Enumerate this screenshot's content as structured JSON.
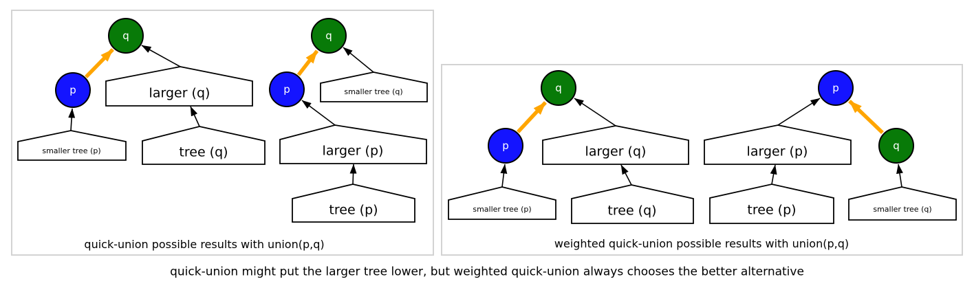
{
  "colors": {
    "node_p_fill": "#1414ff",
    "node_q_fill": "#087a08",
    "node_label_color": "#ffffff",
    "union_arrow": "#ffa500",
    "edge_color": "#000000",
    "panel_border": "#d3d3d3"
  },
  "left_panel": {
    "caption": "quick-union possible results with union(p,q)",
    "result1": {
      "root_node": "q",
      "child_node": "p",
      "root_subtree": "larger (q)",
      "root_subtree_child": "tree (q)",
      "child_subtree": "smaller tree (p)"
    },
    "result2": {
      "root_node": "q",
      "child_node": "p",
      "root_subtree": "smaller tree (q)",
      "child_subtree": "larger (p)",
      "child_subtree_child": "tree (p)"
    }
  },
  "right_panel": {
    "caption": "weighted quick-union possible results with union(p,q)",
    "result1": {
      "root_node": "q",
      "child_node": "p",
      "root_subtree": "larger (q)",
      "root_subtree_child": "tree (q)",
      "child_subtree": "smaller tree (p)"
    },
    "result2": {
      "root_node": "p",
      "child_node": "q",
      "root_subtree": "larger (p)",
      "root_subtree_child": "tree (p)",
      "child_subtree": "smaller tree (q)"
    }
  },
  "footer_caption": "quick-union might put the larger tree lower, but weighted quick-union always chooses the better alternative"
}
